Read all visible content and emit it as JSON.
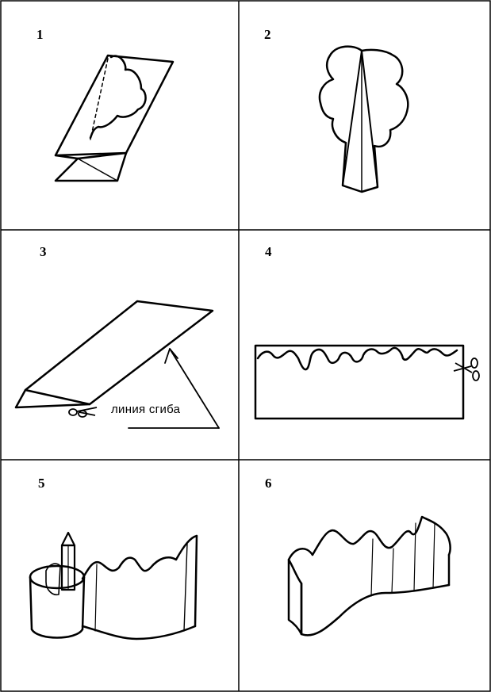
{
  "panels": [
    {
      "number": "1"
    },
    {
      "number": "2"
    },
    {
      "number": "3",
      "fold_label": "линия сгиба"
    },
    {
      "number": "4"
    },
    {
      "number": "5"
    },
    {
      "number": "6"
    }
  ],
  "icons": [
    "scissors-icon",
    "pencil-icon"
  ]
}
